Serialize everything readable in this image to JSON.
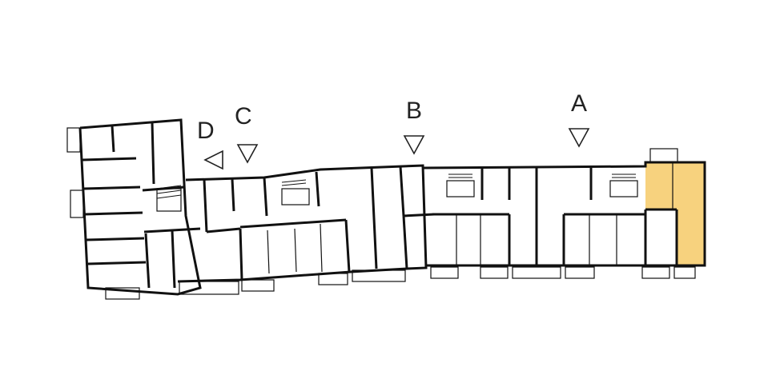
{
  "entrances": [
    {
      "id": "A",
      "label": "A",
      "arrow": "down"
    },
    {
      "id": "B",
      "label": "B",
      "arrow": "down"
    },
    {
      "id": "C",
      "label": "C",
      "arrow": "down"
    },
    {
      "id": "D",
      "label": "D",
      "arrow": "left"
    }
  ],
  "highlight_color": "#f7d27e",
  "wall_color": "#111111",
  "selected_unit": "end-unit-right"
}
